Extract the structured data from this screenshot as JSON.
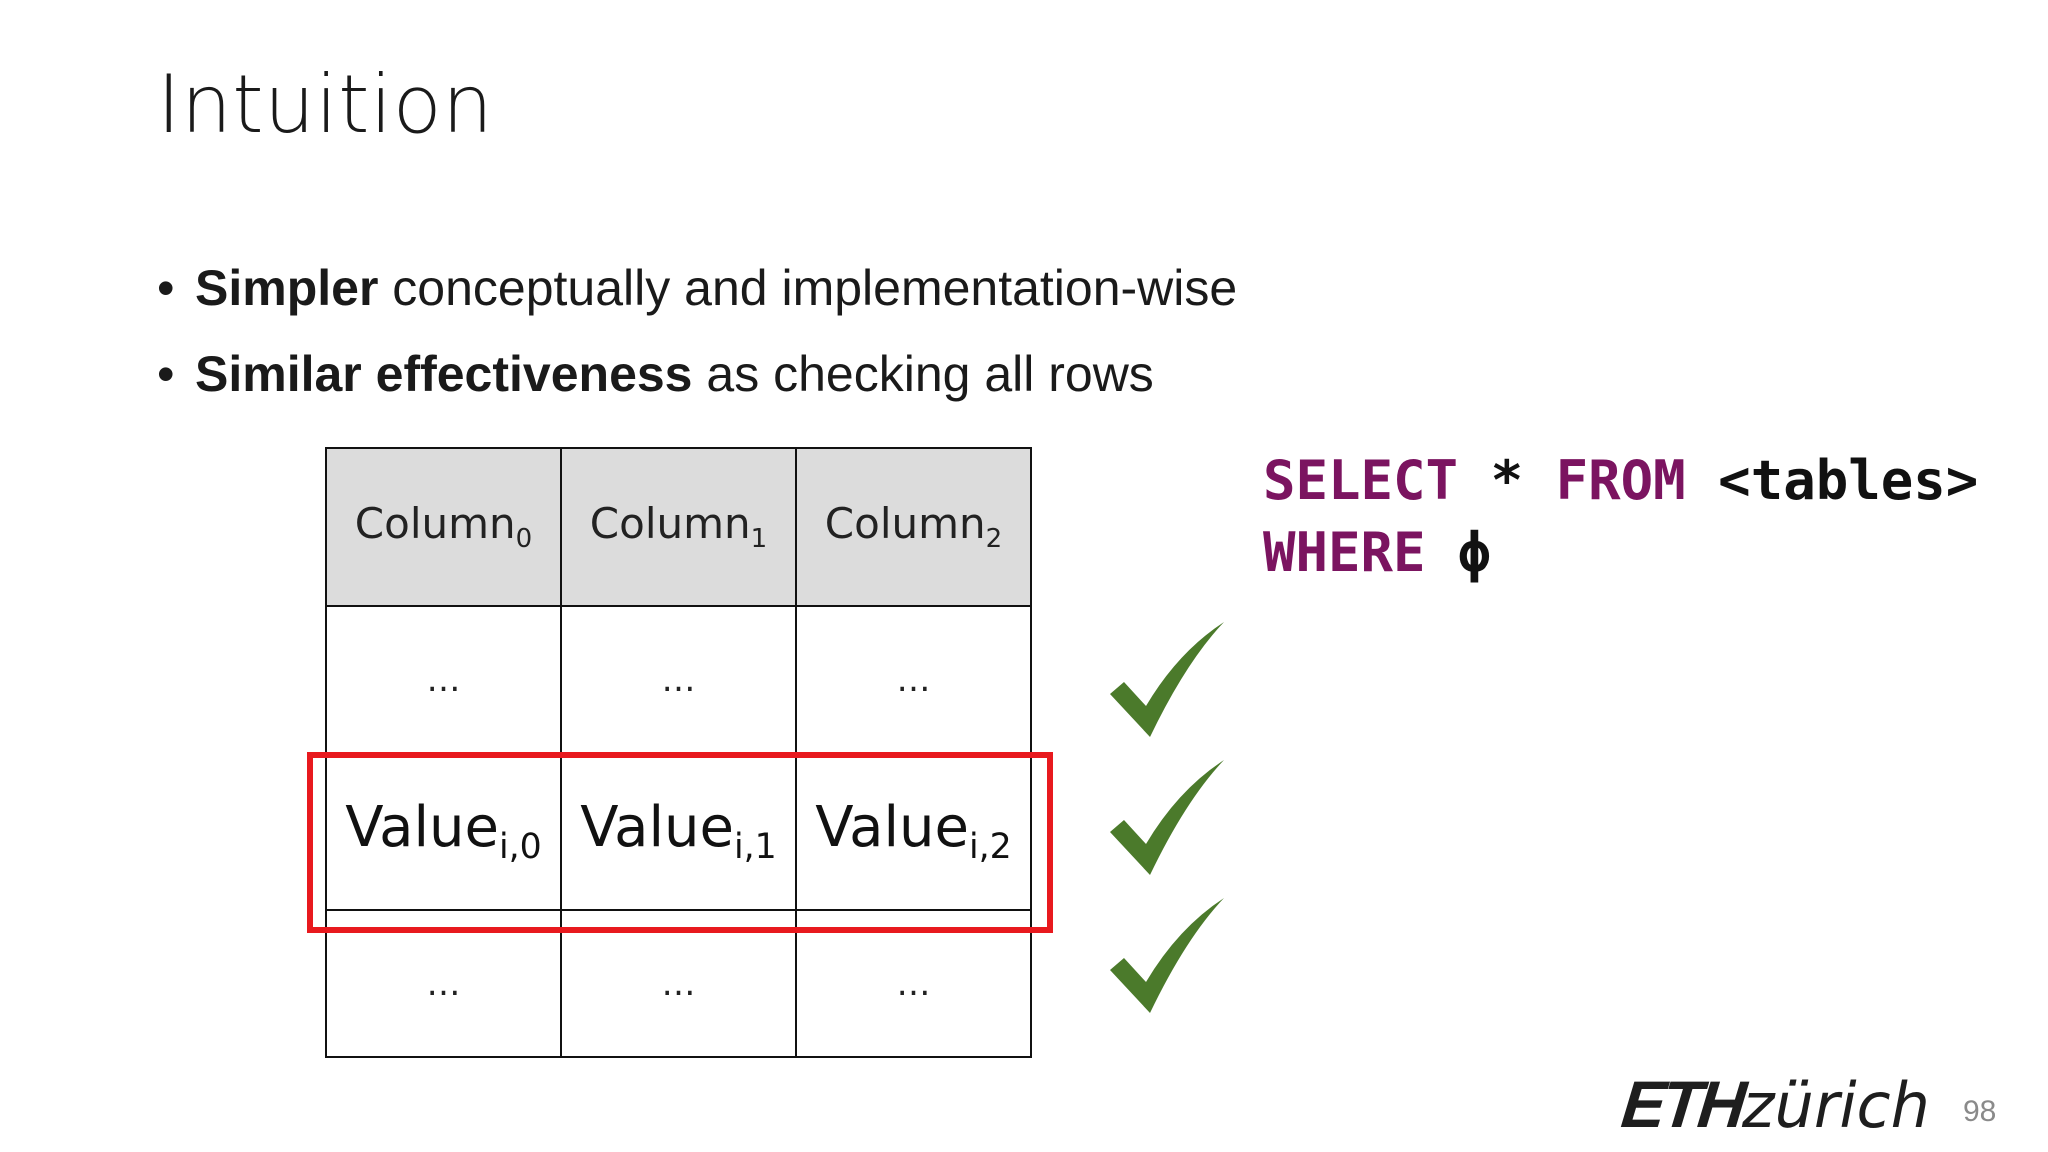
{
  "slide": {
    "title": "Intuition",
    "bullets": [
      {
        "bold": "Simpler",
        "rest": " conceptually and implementation-wise"
      },
      {
        "bold": "Similar effectiveness",
        "rest": " as checking all rows"
      }
    ],
    "table": {
      "headers": [
        {
          "base": "Column",
          "sub": "0"
        },
        {
          "base": "Column",
          "sub": "1"
        },
        {
          "base": "Column",
          "sub": "2"
        }
      ],
      "ellipsis_row_top": [
        "…",
        "…",
        "…"
      ],
      "value_row": [
        {
          "base": "Value",
          "sub": "i,0"
        },
        {
          "base": "Value",
          "sub": "i,1"
        },
        {
          "base": "Value",
          "sub": "i,2"
        }
      ],
      "ellipsis_row_bottom": [
        "…",
        "…",
        "…"
      ]
    },
    "highlight_color": "#e8191e",
    "check_color": "#4b7a2b",
    "keyword_color": "#7b1460",
    "sql": {
      "select_kw": "SELECT",
      "star": " * ",
      "from_kw": "FROM",
      "tables": " <tables>",
      "where_kw": "WHERE",
      "phi": " ϕ"
    },
    "logo": {
      "eth": "ETH",
      "zurich": "zürich"
    },
    "page_number": "98"
  }
}
